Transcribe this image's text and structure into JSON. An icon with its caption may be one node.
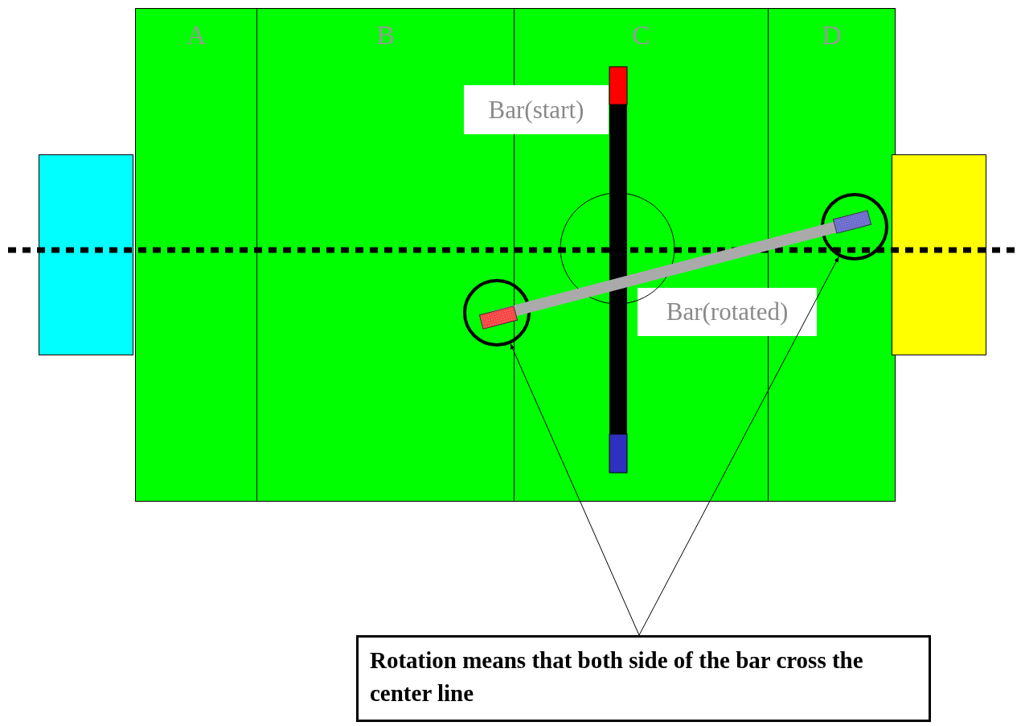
{
  "diagram": {
    "nodes": [
      {
        "text": [],
        "shape": "box"
      },
      {
        "text": [
          "A"
        ],
        "in": 0
      },
      {
        "text": [
          "B"
        ],
        "in": 0
      },
      {
        "text": [
          "C"
        ],
        "in": 0
      },
      {
        "text": [
          "D"
        ],
        "in": 0
      },
      {
        "text": [],
        "shape": "box"
      },
      {
        "text": [],
        "shape": "box"
      },
      {
        "text": [
          "Bar(start)"
        ],
        "in": 0
      },
      {
        "text": [
          "Bar(rotated)"
        ],
        "in": 0
      },
      {
        "text": [],
        "shape": "circle",
        "in": 0
      },
      {
        "text": [],
        "shape": "circle",
        "in": 4
      },
      {
        "text": [
          "Rotation means that both side of the bar cross the center line"
        ]
      }
    ],
    "edges": [
      {
        "from": 11,
        "to": 9,
        "arrow": "to"
      },
      {
        "from": 11,
        "to": 10,
        "arrow": "to"
      }
    ]
  }
}
